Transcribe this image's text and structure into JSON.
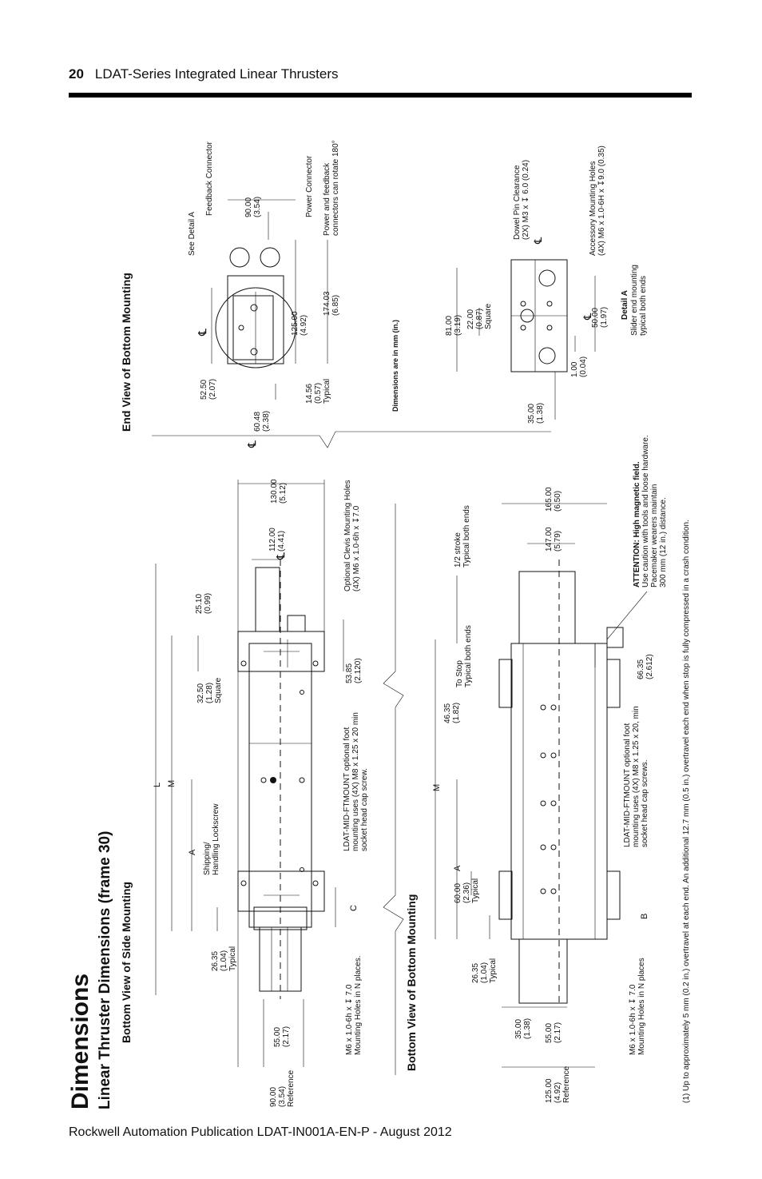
{
  "header": {
    "page_number": "20",
    "running_title": "LDAT-Series Integrated Linear Thrusters"
  },
  "title": "Dimensions",
  "subtitle": "Linear Thruster Dimensions (frame 30)",
  "views": {
    "side": "Bottom View of Side Mounting",
    "bottom": "Bottom View of Bottom Mounting",
    "end": "End View of Bottom Mounting"
  },
  "side_labels": {
    "d90": "90.00",
    "d90in": "(3.54)",
    "ref": "Reference",
    "d55": "55.00",
    "d55in": "(2.17)",
    "d2635": "26.35",
    "d2635in": "(1.04)",
    "typ": "Typical",
    "d3250": "32.50",
    "d3250in": "(1.28)",
    "square": "Square",
    "d2510": "25.10",
    "d2510in": "(0.99)",
    "d5385": "53.85",
    "d5385in": "(2.120)",
    "d112": "112.00",
    "d112in": "(4.41)",
    "d130": "130.00",
    "d130in": "(5.12)",
    "L": "L",
    "M": "M",
    "A": "A",
    "C": "C",
    "cl": "℄",
    "shipping1": "Shipping/",
    "shipping2": "Handling Lockscrew",
    "m6a": "M6 x 1.0-6h x ↧ 7.0",
    "m6b": "Mounting Holes in N places.",
    "ftm1": "LDAT-MID-FTMOUNT optional foot",
    "ftm2": "mounting uses (4X) M8 x 1.25 x 20 min",
    "ftm3": "socket head cap screw.",
    "clevis1": "Optional Clevis Mounting Holes",
    "clevis2": "(4X) M6 x 1.0-6h x ↧7.0"
  },
  "bottom_labels": {
    "d125": "125.00",
    "d125in": "(4.92)",
    "ref": "Reference",
    "d35": "35.00",
    "d35in": "(1.38)",
    "d55": "55.00",
    "d55in": "(2.17)",
    "d2635": "26.35",
    "d2635in": "(1.04)",
    "typ": "Typical",
    "d60": "60.00",
    "d60in": "(2.36)",
    "d4635": "46.35",
    "d4635in": "(1.82)",
    "tostop": "To Stop",
    "typboth": "Typical both ends",
    "half1": "1/2 stroke",
    "half2": "Typical both ends",
    "d147": "147.00",
    "d147in": "(5.79)",
    "d165": "165.00",
    "d165in": "(6.50)",
    "d6635": "66.35",
    "d6635in": "(2.612)",
    "M": "M",
    "A": "A",
    "B": "B",
    "fn": "(1)",
    "m6a": "M6 x 1.0-6h x ↧ 7.0",
    "m6b": "Mounting Holes in N places",
    "ftm1": "LDAT-MID-FTMOUNT optional foot",
    "ftm2": "mounting uses (4X) M8 x 1.25 x 20, min",
    "ftm3": "socket head cap screws.",
    "att1": "ATTENTION: High magnetic field.",
    "att2": "Use caution with tools and loose hardware.",
    "att3": "Pacemaker wearers maintain",
    "att4": "300 mm (12 in.) distance."
  },
  "end_labels": {
    "d5250": "52.50",
    "d5250in": "(2.07)",
    "d6048": "60.48",
    "d6048in": "(2.38)",
    "d1456": "14.56",
    "d1456in": "(0.57)",
    "typ": "Typical",
    "d125": "125.00",
    "d125in": "(4.92)",
    "d17403": "174.03",
    "d17403in": "(6.85)",
    "d90": "90.00",
    "d90in": "(3.54)",
    "detail1": "See Detail A",
    "feedback": "Feedback Connector",
    "power": "Power Connector",
    "rotate1": "Power and feedback",
    "rotate2": "connectors can rotate 180°",
    "note": "Dimensions are in mm (in.)",
    "cl": "℄"
  },
  "detail_labels": {
    "d81": "81.00",
    "d81in": "(3.19)",
    "d22": "22.00",
    "d22in": "(0.87)",
    "square": "Square",
    "d35": "35.00",
    "d35in": "(1.38)",
    "d1": "1.00",
    "d1in": "(0.04)",
    "d50": "50.00",
    "d50in": "(1.97)",
    "dowel1": "Dowel Pin Clearance",
    "dowel2": "(2X) M3 x ↧ 6.0 (0.24)",
    "acc1": "Accessory Mounting Holes",
    "acc2": "(4X) M6 x 1.0-6H x ↧9.0 (0.35)",
    "detA": "Detail A",
    "slider1": "Slider end mounting",
    "slider2": "typical both ends",
    "cl": "℄"
  },
  "footnote": "(1) Up to approximately 5 mm (0.2 in.) overtravel at each end. An additional 12.7 mm (0.5 in.) overtravel each end when stop is fully compressed in a crash condition.",
  "footer": "Rockwell Automation Publication LDAT-IN001A-EN-P - August 2012"
}
